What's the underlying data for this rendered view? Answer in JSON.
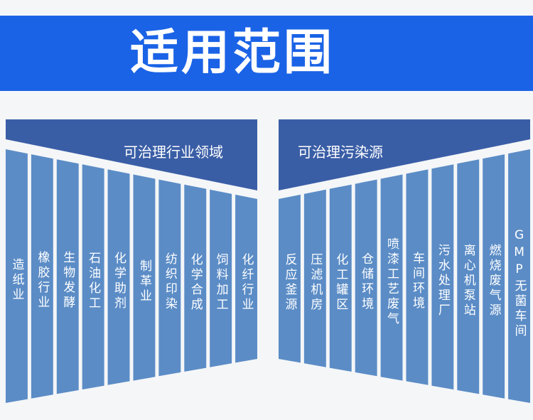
{
  "banner": {
    "title": "适用范围"
  },
  "left_panel": {
    "header": "可治理行业领域",
    "items": [
      "造纸业",
      "橡胶行业",
      "生物发酵",
      "石油化工",
      "化学助剂",
      "制革业",
      "纺织印染",
      "化学合成",
      "饲料加工",
      "化纤行业"
    ]
  },
  "right_panel": {
    "header": "可治理污染源",
    "items": [
      "反应釜源",
      "压滤机房",
      "化工罐区",
      "仓储环境",
      "喷漆工艺废气",
      "车间环境",
      "污水处理厂",
      "离心机泵站",
      "燃烧废气源",
      "GMP无菌车间"
    ]
  },
  "colors": {
    "banner": "#1b63e6",
    "header_band": "#3a5ea6",
    "column": "#5b8cc6",
    "background": "#f4f6f8"
  }
}
